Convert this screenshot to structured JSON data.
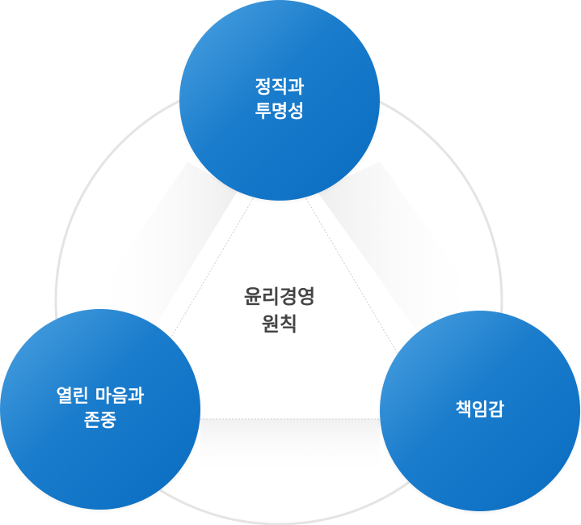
{
  "center": {
    "title": "윤리경영\n원칙"
  },
  "nodes": {
    "top": "정직과\n투명성",
    "left": "열린 마음과\n존중",
    "right": "책임감"
  },
  "colors": {
    "circle_light": "#4ea3e1",
    "circle_dark": "#0a6cc0",
    "ring": "#e4e4e4",
    "center_text": "#444444"
  }
}
